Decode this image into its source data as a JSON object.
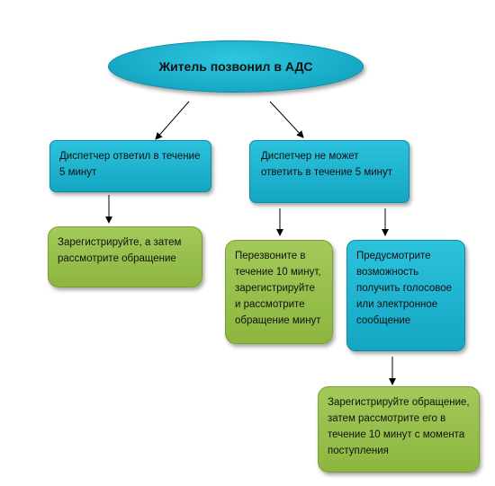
{
  "diagram": {
    "root": "Житель позвонил в АДС",
    "answered": "Диспетчер ответил в течение 5 минут",
    "not_answered": "Диспетчер не может ответить в течение 5 минут",
    "register_then_review": "Зарегистрируйте, а затем рассмотрите обращение",
    "call_back": "Перезвоните в течение 10 минут, зарегистрируйте и рассмотрите обращение минут",
    "voice_message": "Предусмотрите возможность получить голосовое или электронное сообщение",
    "final": "Зарегистрируйте обращение, затем рассмотрите его в течение 10 минут с момента поступления"
  },
  "colors": {
    "teal": "#16a9c6",
    "green": "#8db640"
  }
}
